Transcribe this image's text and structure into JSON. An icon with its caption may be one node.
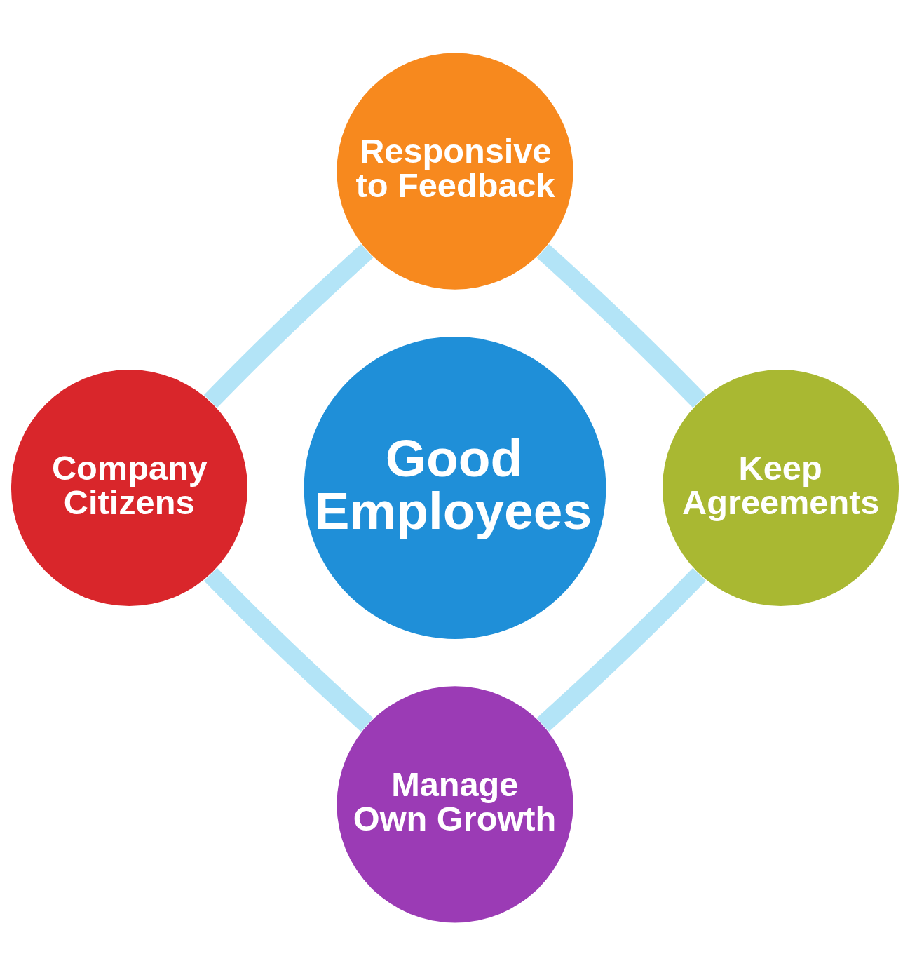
{
  "diagram": {
    "nodes": [
      {
        "text": [
          "Responsive to Feedback"
        ]
      },
      {
        "text": [
          "Company Citizens"
        ]
      },
      {
        "text": [
          "Good Employees"
        ]
      },
      {
        "text": [
          "Keep Agreements"
        ]
      },
      {
        "text": [
          "Manage Own Growth"
        ]
      }
    ],
    "edges": [
      {
        "from": 0,
        "to": 1,
        "arrow": "none"
      },
      {
        "from": 0,
        "to": 3,
        "arrow": "none"
      },
      {
        "from": 1,
        "to": 4,
        "arrow": "none"
      },
      {
        "from": 3,
        "to": 4,
        "arrow": "none"
      }
    ]
  }
}
